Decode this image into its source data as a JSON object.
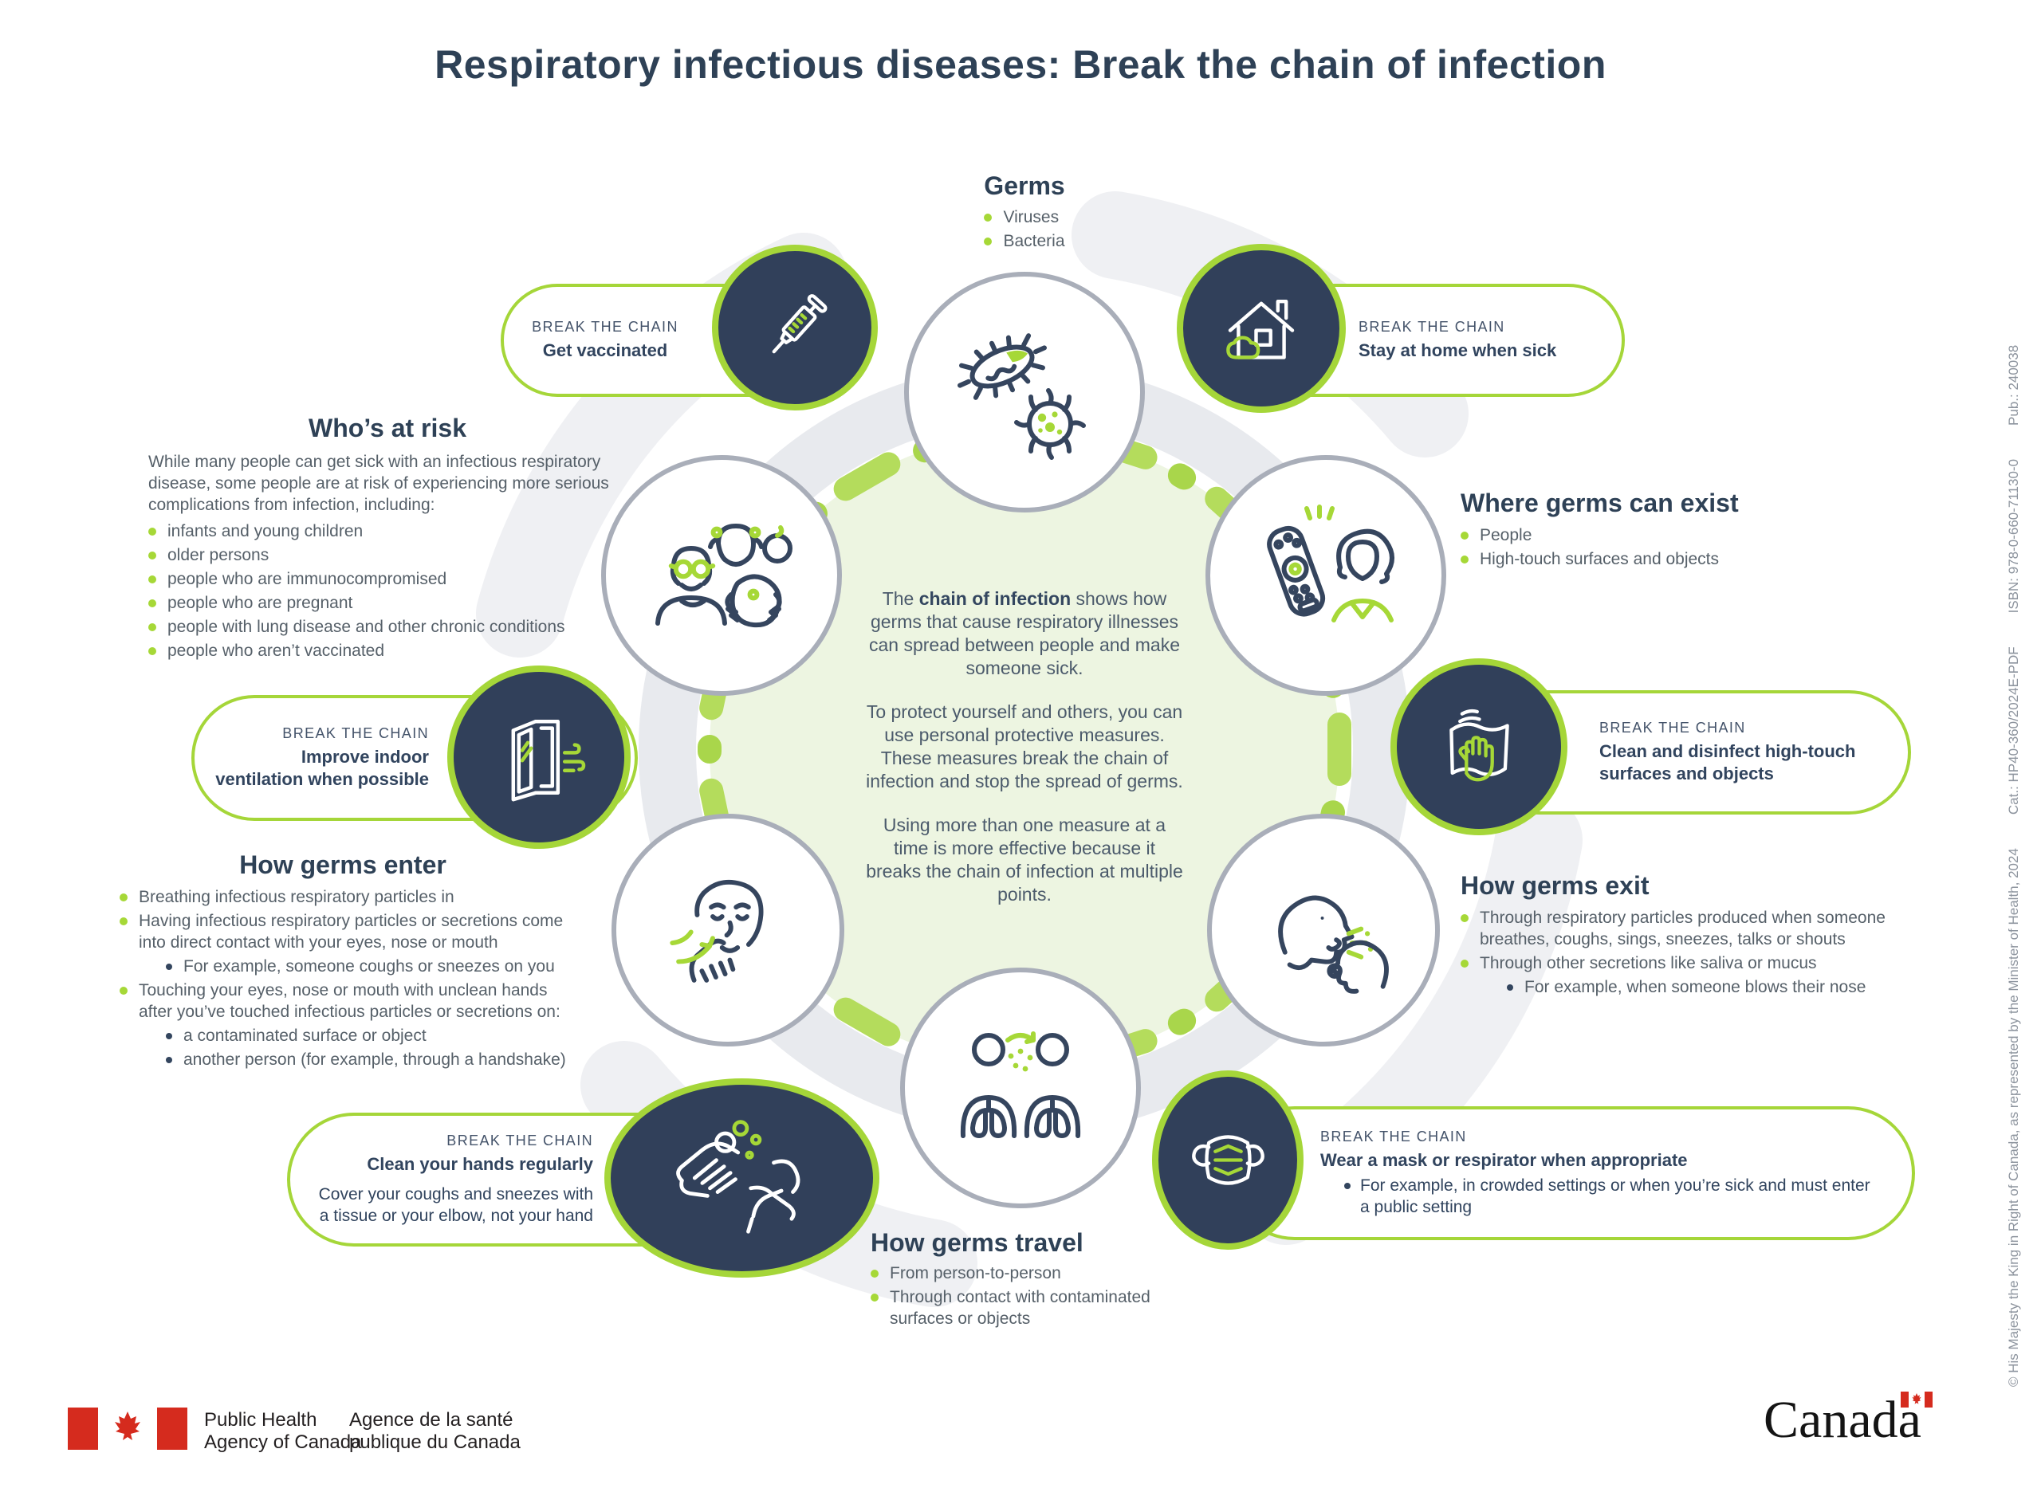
{
  "title": "Respiratory infectious diseases: Break the chain of infection",
  "colors": {
    "navy": "#2e4156",
    "accent_green": "#a6d837",
    "chain_green": "#b4dc5c",
    "disc_green": "#edf5e1",
    "ring_gray": "#e8eaee",
    "dark_circle": "#31405a",
    "flag_red": "#d52b1e"
  },
  "sections": {
    "germs": {
      "heading": "Germs",
      "bullets": [
        "Viruses",
        "Bacteria"
      ]
    },
    "who_at_risk": {
      "heading": "Who’s at risk",
      "intro": "While many people can get sick with an infectious respiratory disease, some people are at risk of experiencing more serious complications from infection, including:",
      "bullets": [
        "infants and young children",
        "older persons",
        "people who are immunocompromised",
        "people who are pregnant",
        "people with lung disease and other chronic conditions",
        "people who aren’t vaccinated"
      ]
    },
    "where_exist": {
      "heading": "Where germs can exist",
      "bullets": [
        "People",
        "High-touch surfaces and objects"
      ]
    },
    "how_enter": {
      "heading": "How germs enter",
      "bullets": [
        {
          "text": "Breathing infectious respiratory particles in",
          "subs": []
        },
        {
          "text": "Having infectious respiratory particles or secretions come into direct contact with your eyes, nose or mouth",
          "subs": [
            "For example, someone coughs or sneezes on you"
          ]
        },
        {
          "text": "Touching your eyes, nose or mouth with unclean hands after you’ve touched infectious particles or secretions on:",
          "subs": [
            "a contaminated surface or object",
            "another person (for example, through a handshake)"
          ]
        }
      ]
    },
    "how_exit": {
      "heading": "How germs exit",
      "bullets": [
        {
          "text": "Through respiratory particles produced when someone breathes, coughs, sings, sneezes, talks or shouts",
          "subs": []
        },
        {
          "text": "Through other secretions like saliva or mucus",
          "subs": [
            "For example, when someone blows their nose"
          ]
        }
      ]
    },
    "how_travel": {
      "heading": "How germs travel",
      "bullets": [
        "From person-to-person",
        "Through contact with contaminated surfaces or objects"
      ]
    }
  },
  "center": {
    "p1_pre": "The ",
    "p1_bold": "chain of infection",
    "p1_post": " shows how germs that cause respiratory illnesses can spread between people and make someone sick.",
    "p2": "To protect yourself and others, you can use personal protective measures. These measures break the chain of infection and stop the spread of germs.",
    "p3": "Using more than one measure at a time is more effective because it breaks the chain of infection at multiple points."
  },
  "break_chain": {
    "label": "BREAK THE CHAIN",
    "vaccinated": {
      "action": "Get vaccinated",
      "icon": "syringe-icon"
    },
    "stay_home": {
      "action": "Stay at home when sick",
      "icon": "house-icon"
    },
    "ventilation": {
      "action": "Improve indoor ventilation when possible",
      "icon": "open-window-icon"
    },
    "disinfect": {
      "action": "Clean and disinfect high-touch surfaces and objects",
      "icon": "wipe-surface-icon"
    },
    "clean_hands": {
      "action": "Clean your hands regularly",
      "secondary": "Cover your coughs and sneezes with a tissue or your elbow, not your hand",
      "icon": "handwashing-elbow-icon"
    },
    "mask": {
      "action": "Wear a mask or respirator when appropriate",
      "example": "For example, in crowded settings or when you’re sick and must enter a public setting",
      "icon": "mask-icon"
    }
  },
  "circle_icons": {
    "germs": "bacteria-virus-icon",
    "who_at_risk": "at-risk-people-icon",
    "where_exist": "remote-person-icon",
    "how_enter": "face-touch-icon",
    "how_exit": "coughing-heads-icon",
    "how_travel": "lungs-transfer-icon"
  },
  "footer": {
    "phac_en_1": "Public Health",
    "phac_en_2": "Agency of Canada",
    "phac_fr_1": "Agence de la santé",
    "phac_fr_2": "publique du Canada",
    "wordmark": "Canada"
  },
  "meta_note": {
    "copyright": "© His Majesty the King in Right of Canada, as represented by the Minister of Health, 2024",
    "cat": "Cat.: HP40-360/2024E-PDF",
    "isbn": "ISBN: 978-0-660-71130-0",
    "pub": "Pub.: 240038"
  }
}
